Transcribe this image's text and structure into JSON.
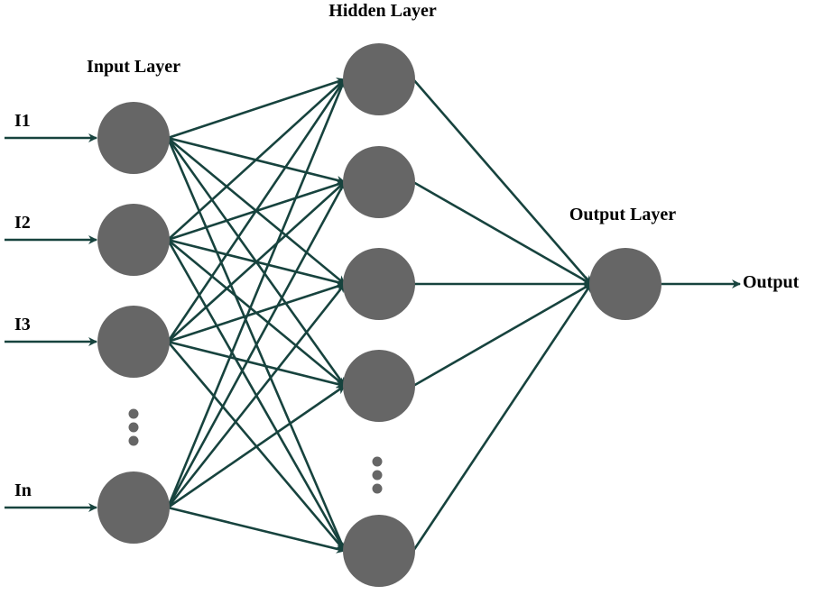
{
  "layers": {
    "input": {
      "title": "Input Layer",
      "labels": [
        "I1",
        "I2",
        "I3",
        "In"
      ]
    },
    "hidden": {
      "title": "Hidden Layer",
      "node_count_shown": 5
    },
    "output": {
      "title": "Output Layer",
      "label": "Output"
    }
  },
  "colors": {
    "node": "#666666",
    "edge": "#17433e",
    "text": "#000000",
    "background": "#ffffff"
  }
}
